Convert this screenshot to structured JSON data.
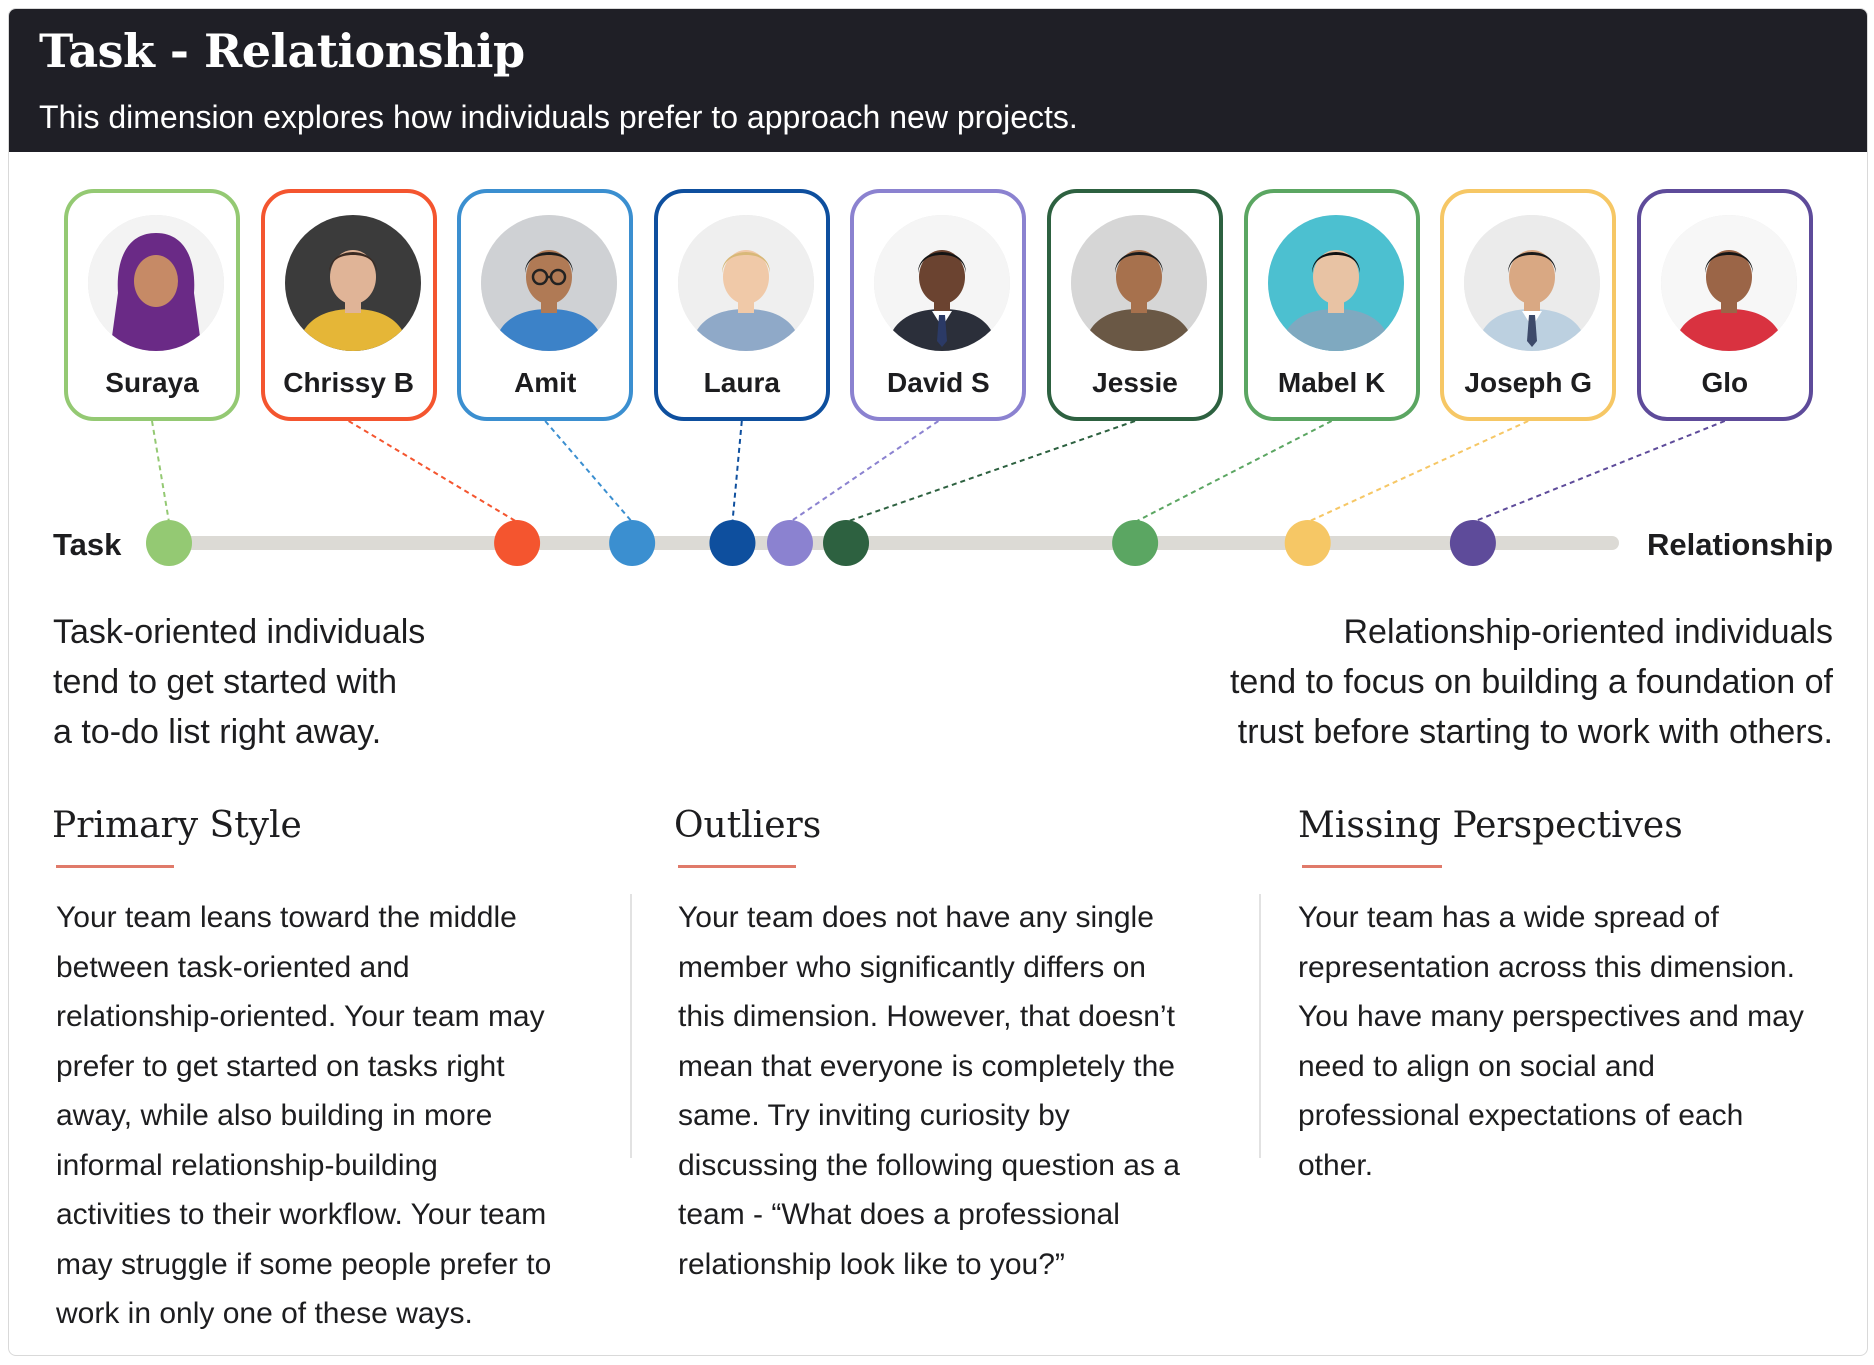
{
  "header": {
    "title": "Task - Relationship",
    "subtitle": "This dimension explores how individuals prefer to approach new projects."
  },
  "axis": {
    "left_label": "Task",
    "right_label": "Relationship",
    "track_color": "#dcdad5",
    "left_description": [
      "Task-oriented individuals",
      "tend to get started with",
      "a to-do list right away."
    ],
    "right_description": [
      "Relationship-oriented individuals",
      "tend to focus on building a foundation of",
      "trust before starting to work with others."
    ]
  },
  "members": [
    {
      "name": "Suraya",
      "color": "#94c973",
      "position": 0.0,
      "icon": "hijab-person-avatar"
    },
    {
      "name": "Chrissy B",
      "color": "#f4552f",
      "position": 0.236,
      "icon": "person-avatar"
    },
    {
      "name": "Amit",
      "color": "#3b8fd0",
      "position": 0.314,
      "icon": "person-glasses-avatar"
    },
    {
      "name": "Laura",
      "color": "#0e4f9e",
      "position": 0.382,
      "icon": "person-avatar"
    },
    {
      "name": "David S",
      "color": "#8b82d0",
      "position": 0.421,
      "icon": "person-suit-avatar"
    },
    {
      "name": "Jessie",
      "color": "#2d6140",
      "position": 0.459,
      "icon": "person-avatar"
    },
    {
      "name": "Mabel K",
      "color": "#5ba662",
      "position": 0.655,
      "icon": "person-avatar"
    },
    {
      "name": "Joseph G",
      "color": "#f6c765",
      "position": 0.772,
      "icon": "person-tie-avatar"
    },
    {
      "name": "Glo",
      "color": "#5e4b9a",
      "position": 0.884,
      "icon": "person-avatar"
    }
  ],
  "sections": [
    {
      "title": "Primary Style",
      "lines": [
        "Your team leans toward the middle",
        "between task-oriented and",
        "relationship-oriented. Your team may",
        "prefer to get started on tasks right",
        "away, while also building in more",
        "informal relationship-building",
        "activities to their workflow. Your team",
        "may struggle if some people prefer to",
        "work in only one of these ways."
      ]
    },
    {
      "title": "Outliers",
      "lines": [
        "Your team does not have any single",
        "member who significantly differs on",
        "this dimension. However, that doesn’t",
        "mean that everyone is completely the",
        "same. Try inviting curiosity by",
        "discussing the following question as a",
        "team - “What does a professional",
        "relationship look like to you?”"
      ]
    },
    {
      "title": "Missing Perspectives",
      "lines": [
        "Your team has a wide spread of",
        "representation across this dimension.",
        "You have many perspectives and may",
        "need to align on social and",
        "professional expectations of each",
        "other."
      ]
    }
  ],
  "accent_underline_color": "#e07a6a"
}
